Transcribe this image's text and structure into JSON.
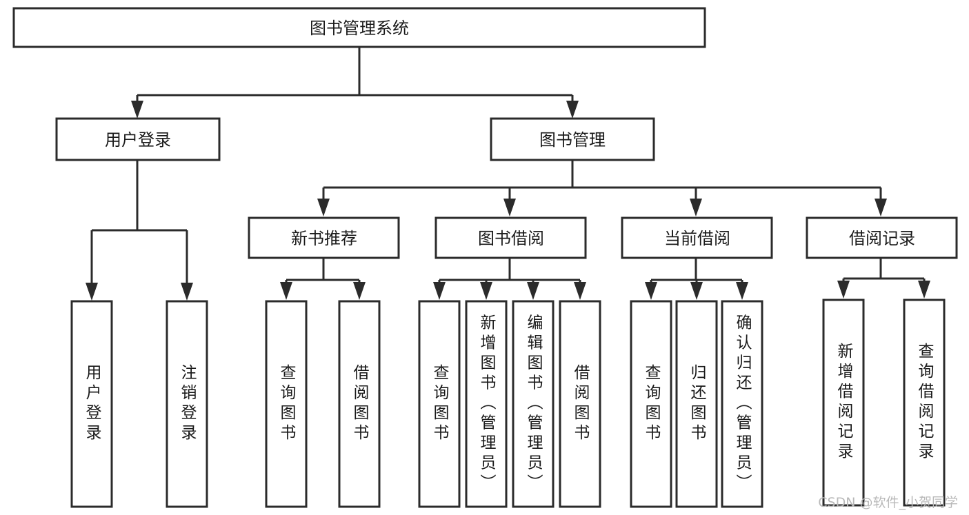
{
  "diagram": {
    "title": "图书管理系统",
    "type": "tree-hierarchy-diagram",
    "colors": {
      "stroke": "#2b2b2b",
      "box_fill": "#ffffff",
      "text": "#1a1a1a",
      "background": "#ffffff",
      "watermark": "#b9b9b9"
    },
    "root": {
      "label": "图书管理系统"
    },
    "level1": [
      {
        "id": "user-login",
        "label": "用户登录"
      },
      {
        "id": "book-management",
        "label": "图书管理"
      }
    ],
    "level2": [
      {
        "id": "new-book-recommend",
        "label": "新书推荐",
        "parent": "book-management"
      },
      {
        "id": "book-borrow",
        "label": "图书借阅",
        "parent": "book-management"
      },
      {
        "id": "current-borrow",
        "label": "当前借阅",
        "parent": "book-management"
      },
      {
        "id": "borrow-record",
        "label": "借阅记录",
        "parent": "book-management"
      }
    ],
    "leaves": {
      "user-login": [
        {
          "id": "leaf-user-login",
          "label": "用户登录"
        },
        {
          "id": "leaf-user-logout",
          "label": "注销登录"
        }
      ],
      "new-book-recommend": [
        {
          "id": "leaf-query-book-1",
          "label": "查询图书"
        },
        {
          "id": "leaf-borrow-book-1",
          "label": "借阅图书"
        }
      ],
      "book-borrow": [
        {
          "id": "leaf-query-book-2",
          "label": "查询图书"
        },
        {
          "id": "leaf-add-book",
          "label": "新增图书（管理员）"
        },
        {
          "id": "leaf-edit-book",
          "label": "编辑图书（管理员）"
        },
        {
          "id": "leaf-borrow-book-2",
          "label": "借阅图书"
        }
      ],
      "current-borrow": [
        {
          "id": "leaf-query-book-3",
          "label": "查询图书"
        },
        {
          "id": "leaf-return-book",
          "label": "归还图书"
        },
        {
          "id": "leaf-confirm-return",
          "label": "确认归还（管理员）"
        }
      ],
      "borrow-record": [
        {
          "id": "leaf-add-record",
          "label": "新增借阅记录"
        },
        {
          "id": "leaf-query-record",
          "label": "查询借阅记录"
        }
      ]
    }
  },
  "watermark": {
    "text": "CSDN @软件_小贺同学"
  }
}
